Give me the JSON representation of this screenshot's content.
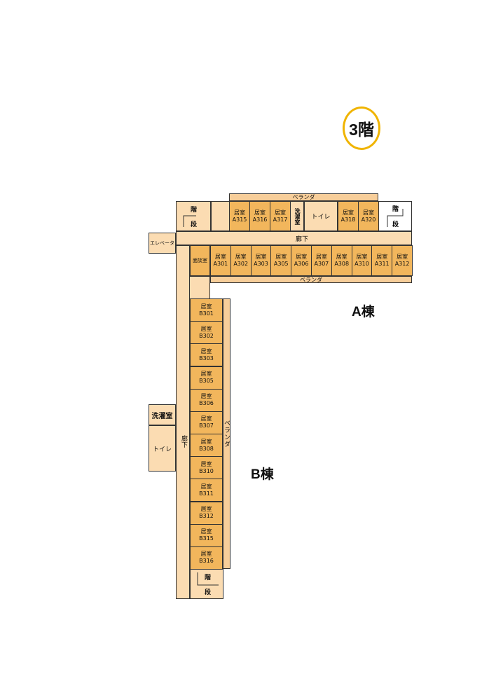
{
  "floor_label": "3階",
  "building_a_label": "A棟",
  "building_b_label": "B棟",
  "veranda": "ベランダ",
  "veranda_vertical": "ベランダ",
  "corridor": "廊下",
  "corridor_vertical": "廊下",
  "elevator": "エレベータ",
  "stairs_top": "階",
  "stairs_bottom": "段",
  "laundry": "洗濯室",
  "toilet": "トイレ",
  "counseling_room": "面談室",
  "room_label": "居室",
  "a_north_rooms_left": [
    "A315",
    "A316",
    "A317"
  ],
  "a_north_rooms_right": [
    "A318",
    "A320"
  ],
  "a_south_rooms": [
    "A301",
    "A302",
    "A303",
    "A305",
    "A306",
    "A307",
    "A308",
    "A310",
    "A311",
    "A312"
  ],
  "b_rooms": [
    "B301",
    "B302",
    "B303",
    "B305",
    "B306",
    "B307",
    "B308",
    "B310",
    "B311",
    "B312",
    "B315",
    "B316"
  ]
}
